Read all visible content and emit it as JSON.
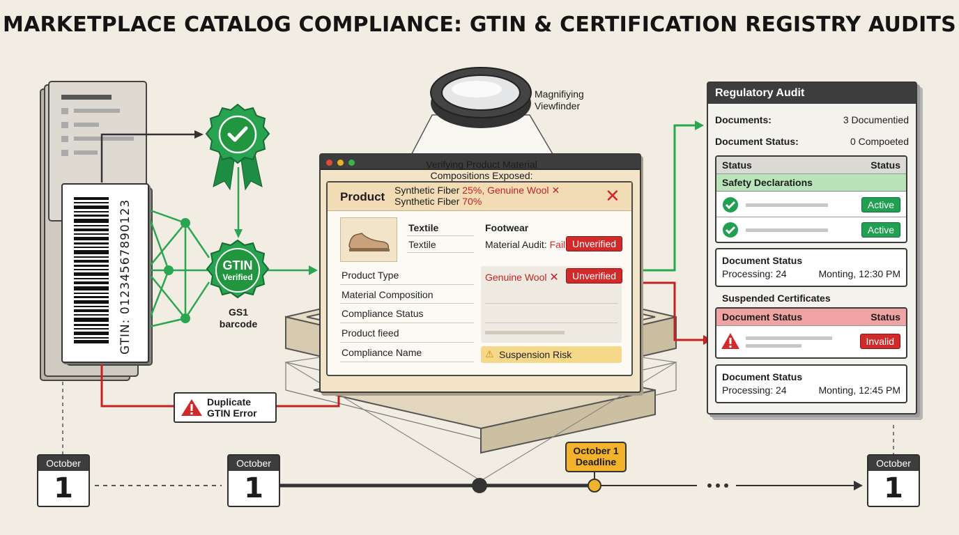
{
  "title": "MARKETPLACE CATALOG COMPLIANCE: GTIN & CERTIFICATION REGISTRY AUDITS",
  "barcode": {
    "gtin_text": "GTIN: 01234567890123"
  },
  "badge": {
    "line1": "GTIN",
    "line2": "Verified",
    "caption_line1": "GS1",
    "caption_line2": "barcode"
  },
  "magnifier": {
    "label_line1": "Magnifiying",
    "label_line2": "Viewfinder"
  },
  "verify": {
    "line1": "Verifying Product Material",
    "line2": "Compositions  Exposed:",
    "synthetic1_label": "Synthetic Fiber",
    "synthetic1_pct": "25%,",
    "genuine_wool": "Genuine Wool",
    "synthetic2_label": "Synthetic Fiber",
    "synthetic2_pct": "70%"
  },
  "product_panel": {
    "header": "Product",
    "col1_header": "Textile",
    "col1_value": "Textile",
    "col2_header": "Footwear",
    "material_audit": "Material Audit:",
    "material_audit_fail": "Fail",
    "unverified": "Unverified",
    "rows": [
      "Product Type",
      "Material Composition",
      "Compliance Status",
      "Product fieed",
      "Compliance Name"
    ],
    "genuine_wool": "Genuine Wool",
    "suspension_risk": "Suspension Risk"
  },
  "duplicate": {
    "line1": "Duplicate",
    "line2": "GTIN Error"
  },
  "audit": {
    "header": "Regulatory Audit",
    "documents_label": "Documents:",
    "documents_value": "3 Documentied",
    "doc_status_label": "Document Status:",
    "doc_status_value": "0 Compoeted",
    "table1_col1": "Status",
    "table1_col2": "Status",
    "safety": "Safety Declarations",
    "active": "Active",
    "box1_title": "Document Status",
    "box1_processing": "Processing: 24",
    "box1_time": "Monting, 12:30 PM",
    "suspended": "Suspended Certificates",
    "table2_col1": "Document Status",
    "table2_col2": "Status",
    "invalid": "Invalid",
    "box2_title": "Document Status",
    "box2_processing": "Processing: 24",
    "box2_time": "Monting, 12:45 PM"
  },
  "timeline": {
    "cal_month": "October",
    "cal_day": "1",
    "deadline_line1": "October 1",
    "deadline_line2": "Deadline"
  },
  "colors": {
    "green": "#22a052",
    "red": "#d12a2a",
    "amber": "#f2b22a",
    "dark": "#3d3d3d"
  }
}
